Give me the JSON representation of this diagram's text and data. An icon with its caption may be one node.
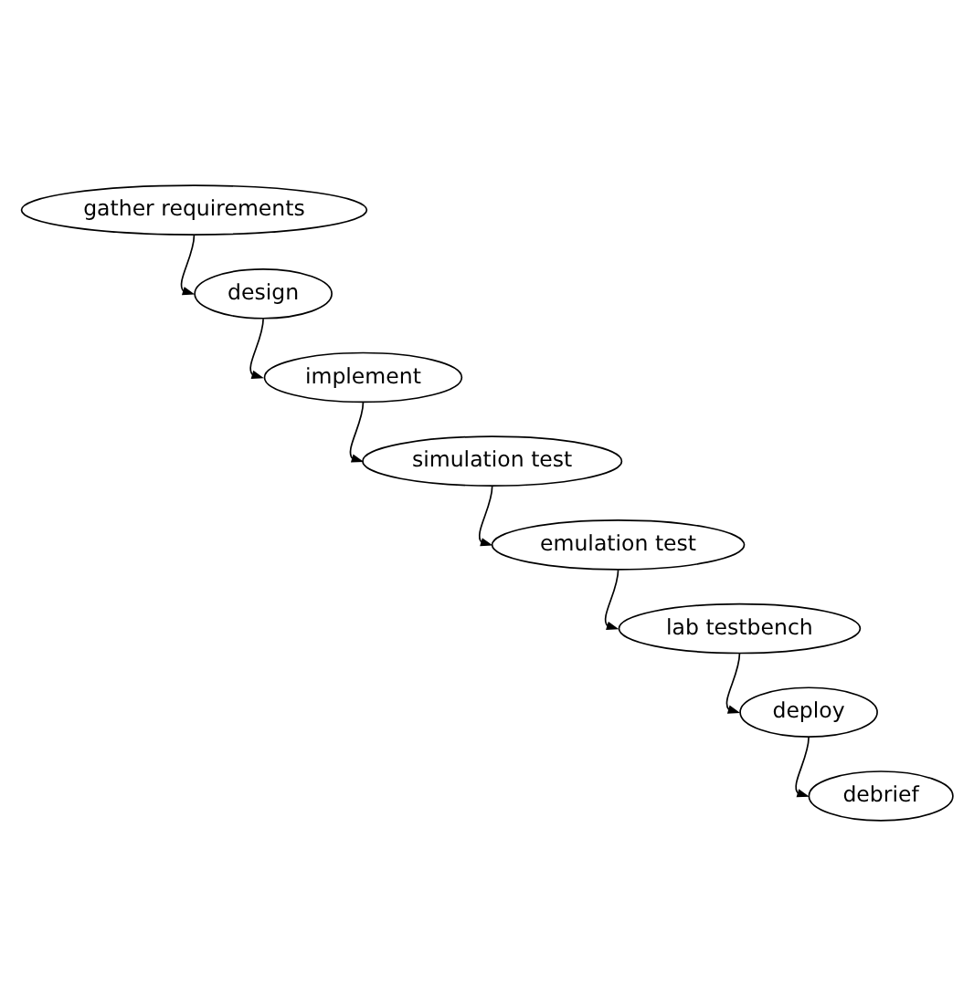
{
  "diagram": {
    "nodes": [
      {
        "text": [
          "gather requirements"
        ]
      },
      {
        "text": [
          "design"
        ]
      },
      {
        "text": [
          "implement"
        ]
      },
      {
        "text": [
          "simulation test"
        ]
      },
      {
        "text": [
          "emulation test"
        ]
      },
      {
        "text": [
          "lab testbench"
        ]
      },
      {
        "text": [
          "deploy"
        ]
      },
      {
        "text": [
          "debrief"
        ]
      }
    ],
    "edges": [
      {
        "from": 0,
        "to": 1,
        "arrow": "to"
      },
      {
        "from": 1,
        "to": 2,
        "arrow": "to"
      },
      {
        "from": 2,
        "to": 3,
        "arrow": "to"
      },
      {
        "from": 3,
        "to": 4,
        "arrow": "to"
      },
      {
        "from": 4,
        "to": 5,
        "arrow": "to"
      },
      {
        "from": 5,
        "to": 6,
        "arrow": "to"
      },
      {
        "from": 6,
        "to": 7,
        "arrow": "to"
      }
    ]
  }
}
